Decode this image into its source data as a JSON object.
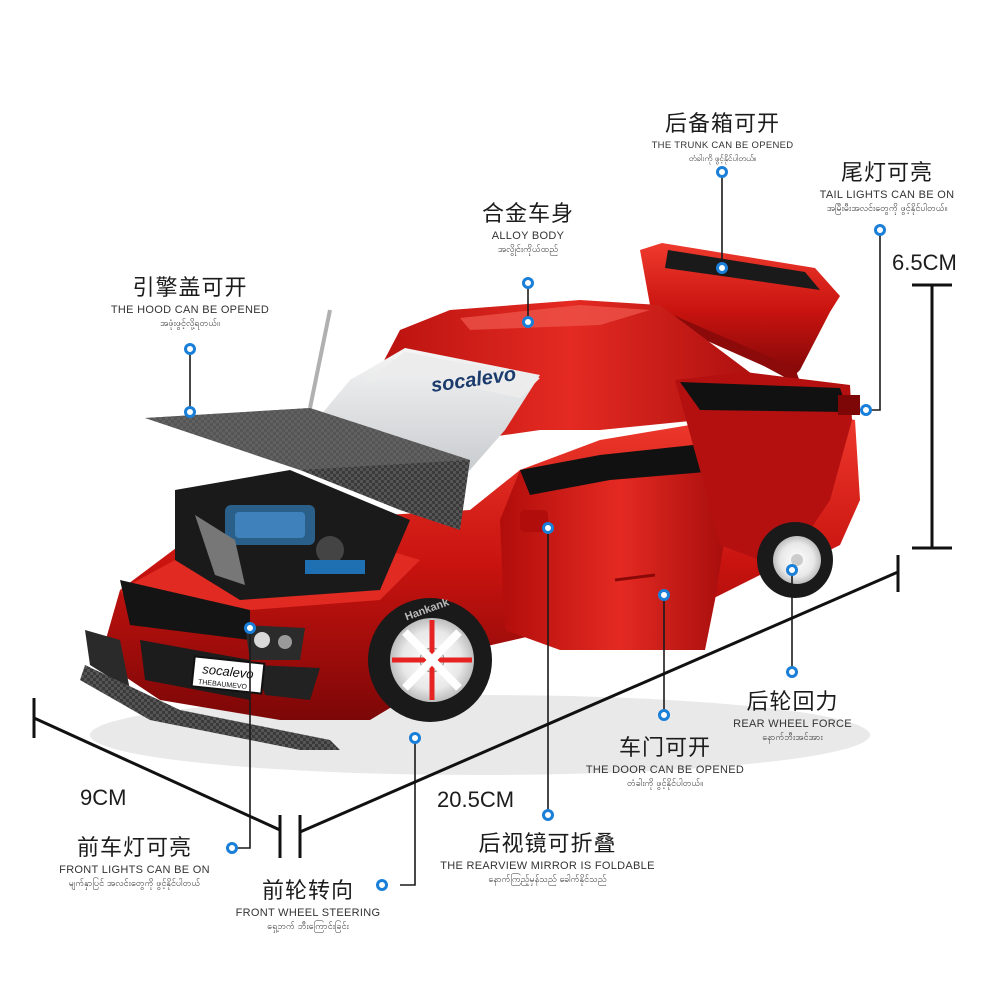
{
  "accent_color": "#1a7fd8",
  "car_color": "#d11a1a",
  "callouts": {
    "trunk": {
      "zh": "后备箱可开",
      "en": "THE TRUNK CAN BE OPENED",
      "my": "တံခါးကို ဖွင့်နိုင်ပါတယ်။"
    },
    "tail": {
      "zh": "尾灯可亮",
      "en": "TAIL LIGHTS CAN BE ON",
      "my": "အမြီးမီးအလင်းတွေကို ဖွင့်နိုင်ပါတယ်။"
    },
    "body": {
      "zh": "合金车身",
      "en": "ALLOY BODY",
      "my": "အလွိုင်းကိုယ်ထည်"
    },
    "hood": {
      "zh": "引擎盖可开",
      "en": "THE HOOD CAN BE OPENED",
      "my": "အဖုံးဖွင့်လို့ရတယ်။"
    },
    "rear_wheel": {
      "zh": "后轮回力",
      "en": "REAR WHEEL FORCE",
      "my": "နောက်ဘီးအင်အား"
    },
    "door": {
      "zh": "车门可开",
      "en": "THE DOOR CAN BE OPENED",
      "my": "တံခါးကို ဖွင့်နိုင်ပါတယ်။"
    },
    "mirror": {
      "zh": "后视镜可折叠",
      "en": "THE REARVIEW MIRROR IS FOLDABLE",
      "my": "နောက်ကြည့်မှန်သည် ခေါက်နိုင်သည်"
    },
    "front_lights": {
      "zh": "前车灯可亮",
      "en": "FRONT LIGHTS CAN BE ON",
      "my": "မျက်နှာပြင် အလင်းတွေကို ဖွင့်နိုင်ပါတယ်"
    },
    "steering": {
      "zh": "前轮转向",
      "en": "FRONT WHEEL STEERING",
      "my": "ရှေ့ဘက် ဘီးကြောင်းခြင်း"
    }
  },
  "dimensions": {
    "height": "6.5CM",
    "width": "9CM",
    "length": "20.5CM"
  },
  "brand": {
    "windshield": "socalevo",
    "plate_top": "socalevo",
    "plate_bottom": "THEBAUMEVO",
    "tire": "Hankank"
  }
}
